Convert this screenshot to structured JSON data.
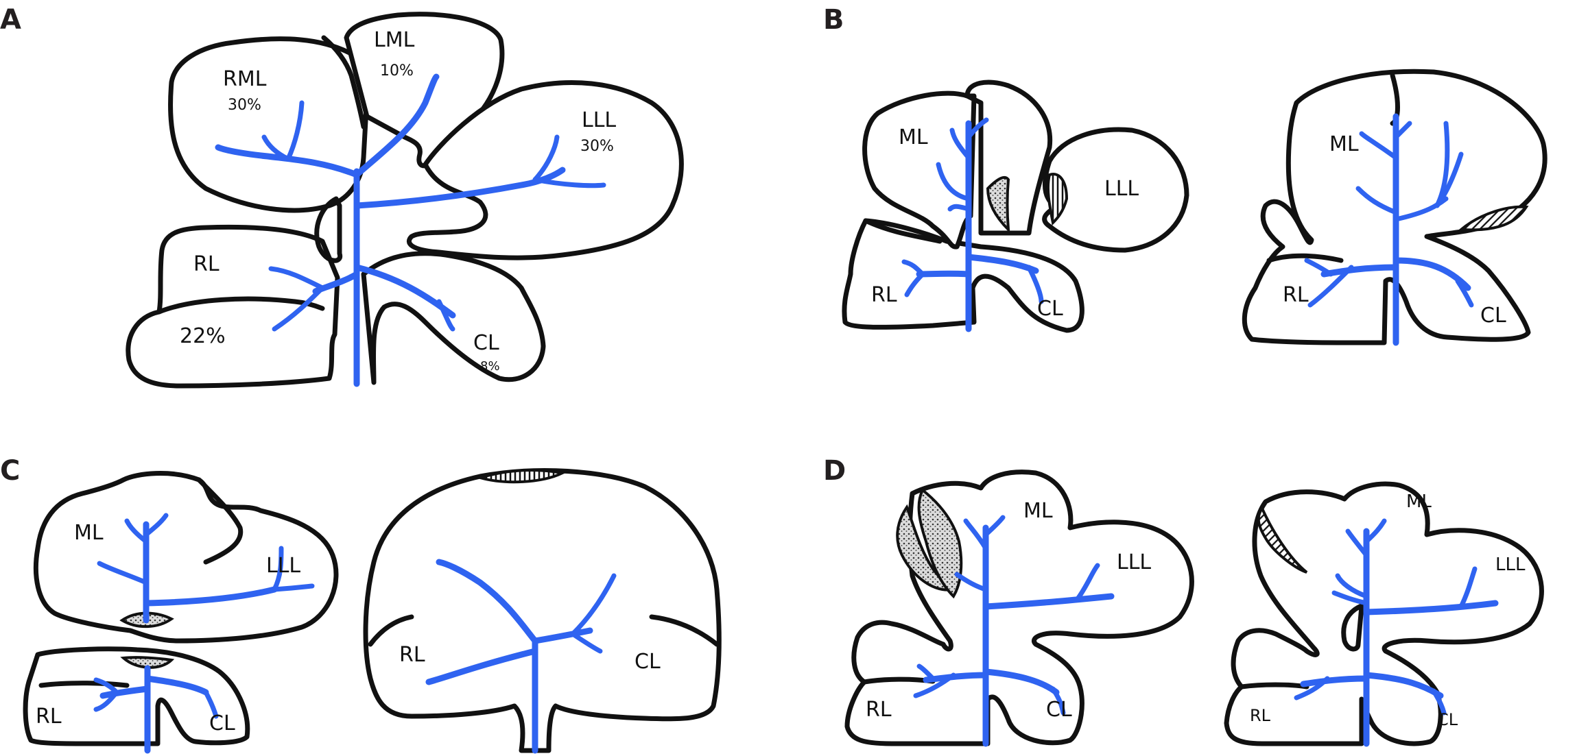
{
  "colors": {
    "vessel": "#2f63f0",
    "outline": "#111111",
    "letter": "#231f20"
  },
  "panels": {
    "A": {
      "letter": "A",
      "labels": {
        "rml": "RML",
        "rml_pct": "30%",
        "lml": "LML",
        "lml_pct": "10%",
        "lll": "LLL",
        "lll_pct": "30%",
        "rl": "RL",
        "rl_pct": "22%",
        "cl": "CL",
        "cl_pct": "8%"
      }
    },
    "B": {
      "letter": "B",
      "left": {
        "ml": "ML",
        "lll": "LLL",
        "rl": "RL",
        "cl": "CL"
      },
      "right": {
        "ml": "ML",
        "rl": "RL",
        "cl": "CL"
      }
    },
    "C": {
      "letter": "C",
      "left": {
        "ml": "ML",
        "lll": "LLL",
        "rl": "RL",
        "cl": "CL"
      },
      "right": {
        "rl": "RL",
        "cl": "CL"
      }
    },
    "D": {
      "letter": "D",
      "left": {
        "ml": "ML",
        "lll": "LLL",
        "rl": "RL",
        "cl": "CL"
      },
      "right": {
        "ml": "ML",
        "lll": "LLL",
        "rl": "RL",
        "cl": "CL"
      }
    }
  }
}
